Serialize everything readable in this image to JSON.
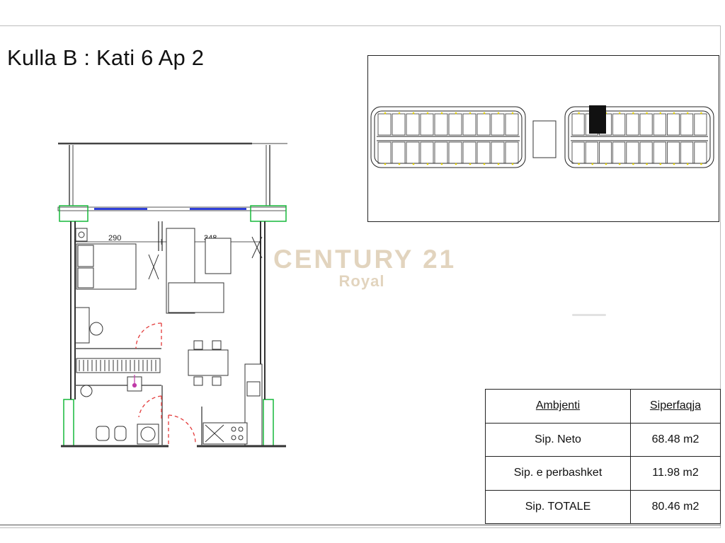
{
  "title": "Kulla B : Kati 6 Ap 2",
  "floor_plan": {
    "dimensions": [
      "290",
      "348"
    ]
  },
  "watermark": {
    "brand": "CENTURY 21",
    "sub": "Royal"
  },
  "area_table": {
    "headers": [
      "Ambjenti",
      "Siperfaqja"
    ],
    "rows": [
      {
        "label": "Sip. Neto",
        "value": "68.48 m2"
      },
      {
        "label": "Sip. e perbashket",
        "value": "11.98 m2"
      },
      {
        "label": "Sip. TOTALE",
        "value": "80.46 m2"
      }
    ]
  },
  "colors": {
    "window_blue": "#2f3fd8",
    "column_green": "#16b83a",
    "door_red": "#e33a3a",
    "highlight_unit": "#111111",
    "marker_yellow": "#e8d400",
    "watermark": "#c4a46e"
  }
}
